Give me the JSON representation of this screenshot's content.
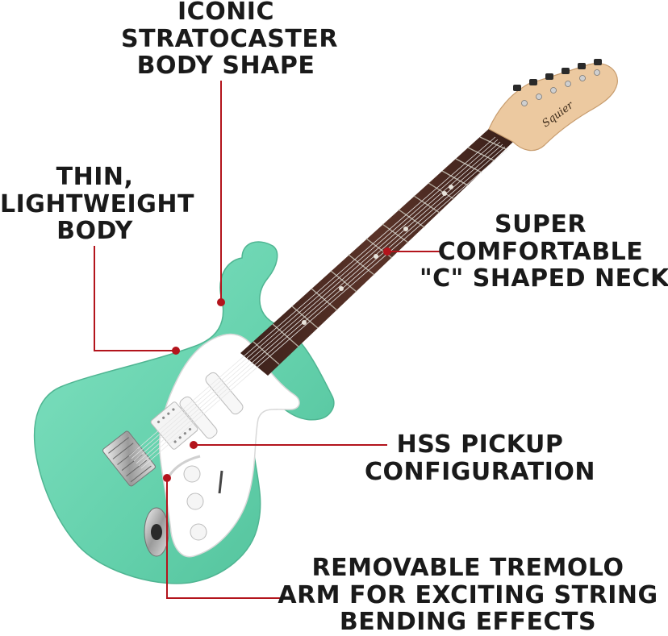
{
  "accent_color": "#b3141c",
  "guitar": {
    "body_color": "#6fd6b3",
    "neck_color": "#4a2a22",
    "headstock_color": "#e9c9a0",
    "pickguard_color": "#ffffff",
    "headstock_logo": "Squier"
  },
  "callouts": {
    "body_shape": {
      "lines": [
        "ICONIC",
        "STRATOCASTER",
        "BODY SHAPE"
      ]
    },
    "thin_body": {
      "lines": [
        "THIN,",
        "LIGHTWEIGHT",
        "BODY"
      ]
    },
    "neck": {
      "lines": [
        "SUPER",
        "COMFORTABLE",
        "\"C\" SHAPED NECK"
      ]
    },
    "pickups": {
      "lines": [
        "HSS PICKUP",
        "CONFIGURATION"
      ]
    },
    "tremolo": {
      "lines": [
        "REMOVABLE TREMOLO",
        "ARM FOR EXCITING STRING",
        "BENDING EFFECTS"
      ]
    }
  }
}
